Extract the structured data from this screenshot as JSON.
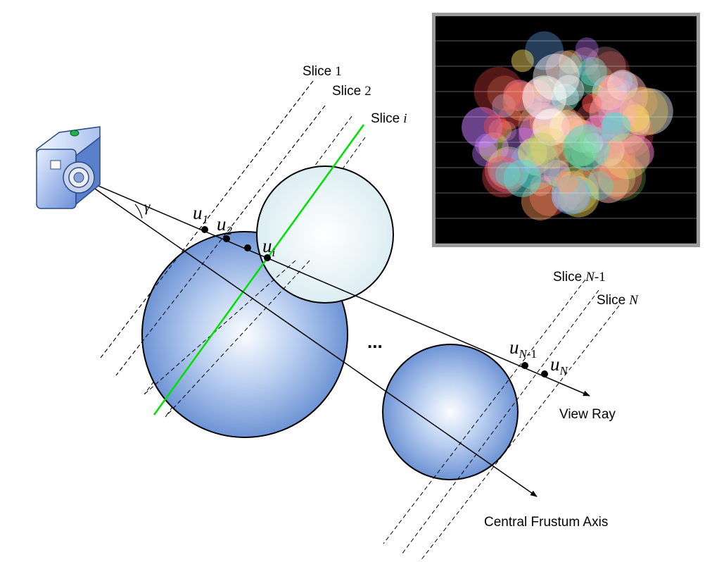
{
  "slices": {
    "slice1": {
      "word": "Slice",
      "index": "1"
    },
    "slice2": {
      "word": "Slice",
      "index": "2"
    },
    "slicei": {
      "word": "Slice",
      "index": "i"
    },
    "sliceN1": {
      "word": "Slice",
      "index_var": "N",
      "index_suffix": "-1"
    },
    "sliceN": {
      "word": "Slice",
      "index": "N"
    }
  },
  "points": {
    "u1": {
      "base": "u",
      "sub": "1"
    },
    "u2": {
      "base": "u",
      "sub": "2"
    },
    "ui": {
      "base": "u",
      "sub": "i"
    },
    "uN1": {
      "base": "u",
      "sub_var": "N",
      "sub_suffix": "-1"
    },
    "uN": {
      "base": "u",
      "sub": "N"
    }
  },
  "angle_label": "γ",
  "ellipsis": "...",
  "view_ray_label": "View Ray",
  "axis_label": "Central Frustum Axis",
  "colors": {
    "sphere_blue": "#6f96d6",
    "sphere_light": "#e6f3f6",
    "green_slice": "#00e000",
    "inset_bg": "#000000",
    "inset_border": "#9a9a9a"
  },
  "icons": {
    "camera": "camera-icon"
  }
}
